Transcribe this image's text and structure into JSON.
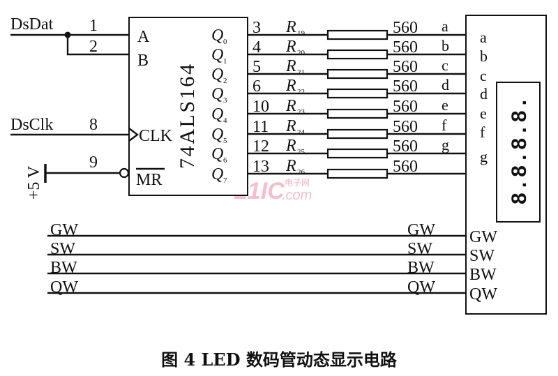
{
  "inputs": {
    "dsdat": "DsDat",
    "dsclk": "DsClk",
    "vcc": "+5 V"
  },
  "input_pins": {
    "a": "1",
    "b": "2",
    "clk": "8",
    "mr": "9"
  },
  "chip": {
    "name": "74ALS164",
    "pin_a": "A",
    "pin_b": "B",
    "pin_clk": "CLK",
    "pin_mr": "MR"
  },
  "outputs": [
    {
      "q": "Q",
      "q_index": "0",
      "pin": "3",
      "r": "R",
      "r_index": "19",
      "resistance": "560",
      "segment": "a"
    },
    {
      "q": "Q",
      "q_index": "1",
      "pin": "4",
      "r": "R",
      "r_index": "20",
      "resistance": "560",
      "segment": "b"
    },
    {
      "q": "Q",
      "q_index": "2",
      "pin": "5",
      "r": "R",
      "r_index": "21",
      "resistance": "560",
      "segment": "c"
    },
    {
      "q": "Q",
      "q_index": "3",
      "pin": "6",
      "r": "R",
      "r_index": "22",
      "resistance": "560",
      "segment": "d"
    },
    {
      "q": "Q",
      "q_index": "4",
      "pin": "10",
      "r": "R",
      "r_index": "23",
      "resistance": "560",
      "segment": "e"
    },
    {
      "q": "Q",
      "q_index": "5",
      "pin": "11",
      "r": "R",
      "r_index": "24",
      "resistance": "560",
      "segment": "f"
    },
    {
      "q": "Q",
      "q_index": "6",
      "pin": "12",
      "r": "R",
      "r_index": "25",
      "resistance": "560",
      "segment": "g"
    },
    {
      "q": "Q",
      "q_index": "7",
      "pin": "13",
      "r": "R",
      "r_index": "26",
      "resistance": "560"
    }
  ],
  "display": {
    "segments": [
      "a",
      "b",
      "c",
      "d",
      "e",
      "f",
      "g"
    ],
    "digits": "8.8.8.8.",
    "commons": [
      "GW",
      "SW",
      "BW",
      "QW"
    ]
  },
  "common_lines": {
    "left": [
      "GW",
      "SW",
      "BW",
      "QW"
    ],
    "right": [
      "GW",
      "SW",
      "BW",
      "QW"
    ]
  },
  "watermark": {
    "brand": "21IC",
    "cn": "电子网",
    "domain": ".com"
  },
  "caption": "图 4   LED 数码管动态显示电路"
}
